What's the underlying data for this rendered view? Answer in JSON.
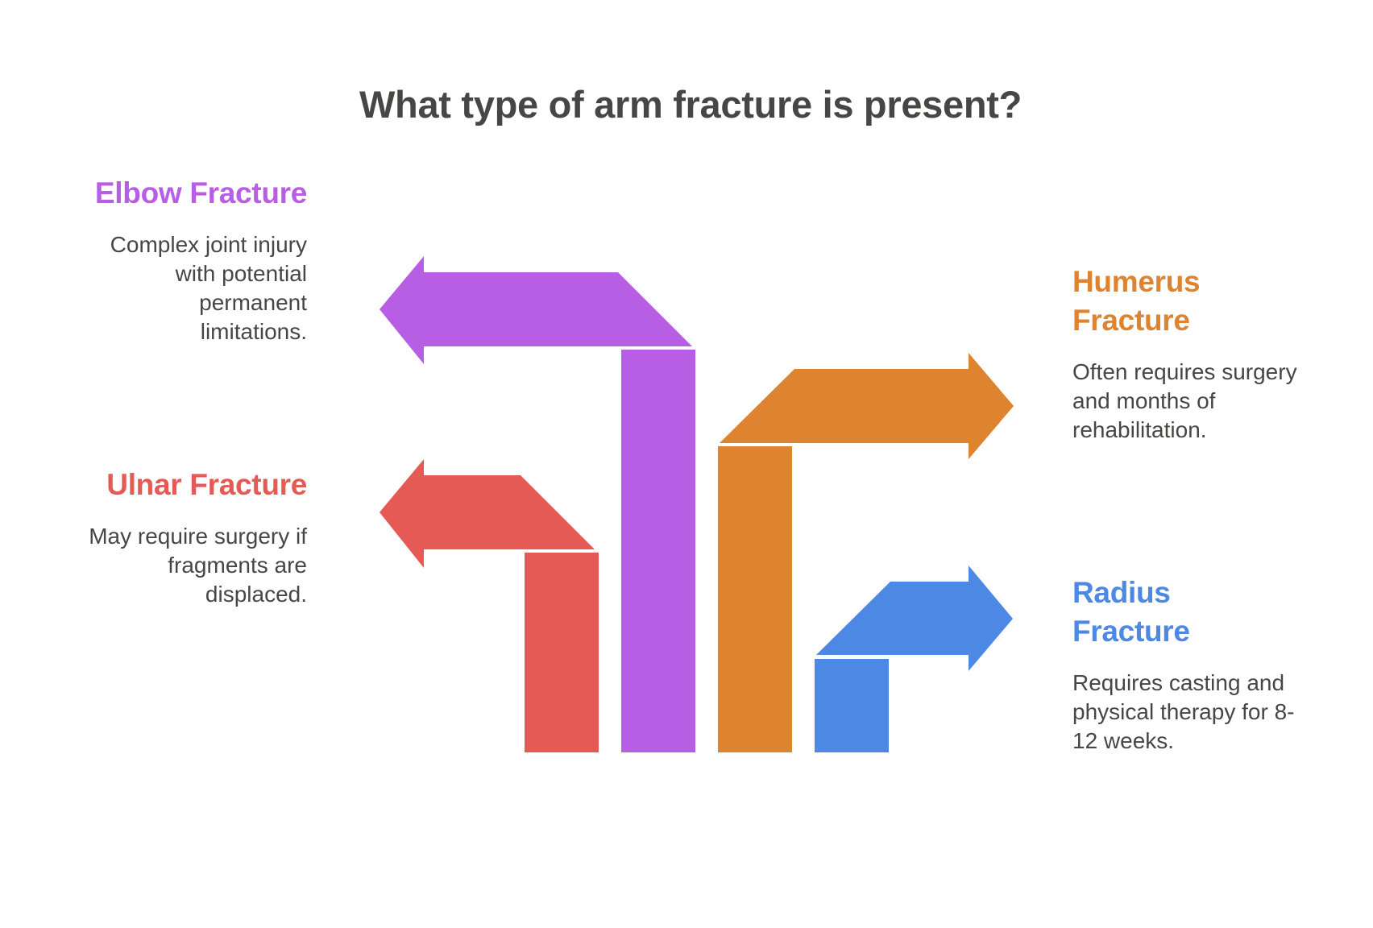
{
  "title": "What type of arm fracture is present?",
  "colors": {
    "elbow": "#b85ee4",
    "ulnar": "#e55a55",
    "humerus": "#de8431",
    "radius": "#4d88e5",
    "text": "#454745"
  },
  "items": [
    {
      "name": "Elbow Fracture",
      "description": "Complex joint injury with potential permanent limitations.",
      "color": "#b85ee4",
      "direction": "left"
    },
    {
      "name": "Ulnar Fracture",
      "description": "May require surgery if fragments are displaced.",
      "color": "#e55a55",
      "direction": "left"
    },
    {
      "name": "Humerus Fracture",
      "description": "Often requires surgery and months of rehabilitation.",
      "color": "#de8431",
      "direction": "right"
    },
    {
      "name": "Radius Fracture",
      "description": "Requires casting and physical therapy for 8-12 weeks.",
      "color": "#4d88e5",
      "direction": "right"
    }
  ]
}
